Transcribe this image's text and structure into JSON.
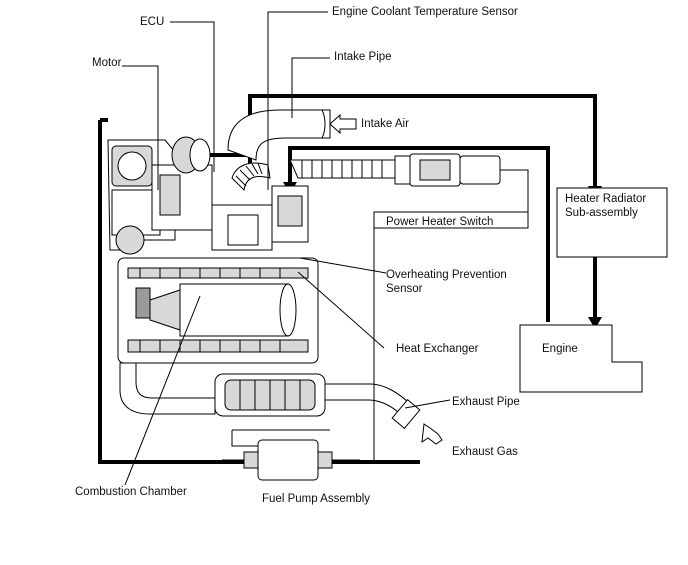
{
  "labels": {
    "ecu": "ECU",
    "engine_coolant_temperature_sensor": "Engine Coolant Temperature Sensor",
    "motor": "Motor",
    "intake_pipe": "Intake Pipe",
    "intake_air": "Intake Air",
    "heater_radiator_line1": "Heater Radiator",
    "heater_radiator_line2": "Sub-assembly",
    "power_heater_switch": "Power Heater Switch",
    "overheating_prevention_line1": "Overheating Prevention",
    "overheating_prevention_line2": "Sensor",
    "engine": "Engine",
    "heat_exchanger": "Heat Exchanger",
    "exhaust_pipe": "Exhaust Pipe",
    "exhaust_gas": "Exhaust Gas",
    "combustion_chamber": "Combustion Chamber",
    "fuel_pump_assembly": "Fuel Pump Assembly"
  },
  "icons": {
    "flow_arrow": "arrow-icon"
  }
}
